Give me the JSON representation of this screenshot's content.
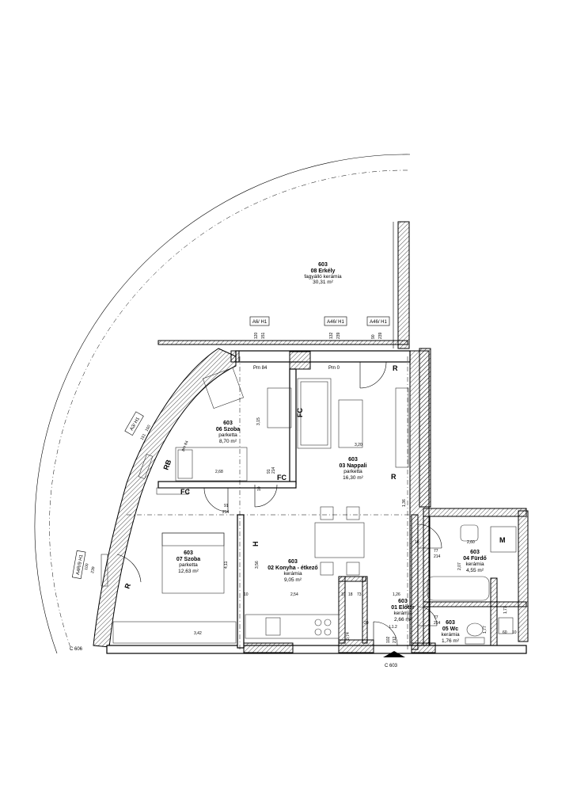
{
  "rooms": [
    {
      "number": "603",
      "name": "08 Erkély",
      "floor": "fagyálló kerámia",
      "area": "30,31 m²"
    },
    {
      "number": "603",
      "name": "06 Szoba",
      "floor": "parketta",
      "area": "8,70 m²"
    },
    {
      "number": "603",
      "name": "03 Nappali",
      "floor": "parketta",
      "area": "16,30 m²"
    },
    {
      "number": "603",
      "name": "07 Szoba",
      "floor": "parketta",
      "area": "12,63 m²"
    },
    {
      "number": "603",
      "name": "02 Konyha - étkező",
      "floor": "kerámia",
      "area": "9,05 m²"
    },
    {
      "number": "603",
      "name": "04 Fürdő",
      "floor": "kerámia",
      "area": "4,55 m²"
    },
    {
      "number": "603",
      "name": "01 Előtér",
      "floor": "kerámia",
      "area": "2,66 m²"
    },
    {
      "number": "603",
      "name": "05 Wc",
      "floor": "kerámia",
      "area": "1,76 m²"
    }
  ],
  "window_tags": [
    "A6/ H1",
    "A46/ H1",
    "A46/ H1",
    "A3/ H1",
    "A4R/9 H1"
  ],
  "window_dims": [
    "120",
    "151",
    "132",
    "239",
    "90",
    "239",
    "150",
    "151",
    "100",
    "239"
  ],
  "labels": {
    "pm84": "Pm 84",
    "pm0": "Pm 0",
    "r1": "R",
    "r2": "R",
    "r3": "R",
    "rb": "RB",
    "fc1": "FC",
    "fc2": "FC",
    "fc3": "FC",
    "h": "H",
    "m": "M",
    "l12": "L1.2",
    "pm84b": "pm 84",
    "c606": "C 606",
    "c603": "C 603"
  },
  "dimensions": {
    "d315": "3,15",
    "d320": "3,20",
    "d268": "2,68",
    "d136": "1,36",
    "d411": "4,11",
    "d356": "3,56",
    "d254": "2,54",
    "d126": "1,26",
    "d342": "3,42",
    "d91a": "91",
    "d214a": "214",
    "d91b": "91",
    "d214b": "214",
    "d10a": "10",
    "d10b": "10",
    "d10c": "10",
    "d10d": "10",
    "d18": "18",
    "d73": "73",
    "d77a": "77",
    "d214c": "214",
    "d77b": "77",
    "d214d": "214",
    "d260": "2,60",
    "d207": "2,07",
    "d171": "1,71",
    "d177": "1,77",
    "d60": "60",
    "d10e": "10",
    "d102": "102",
    "d212": "212",
    "d074": "0,74",
    "d20": "20"
  }
}
